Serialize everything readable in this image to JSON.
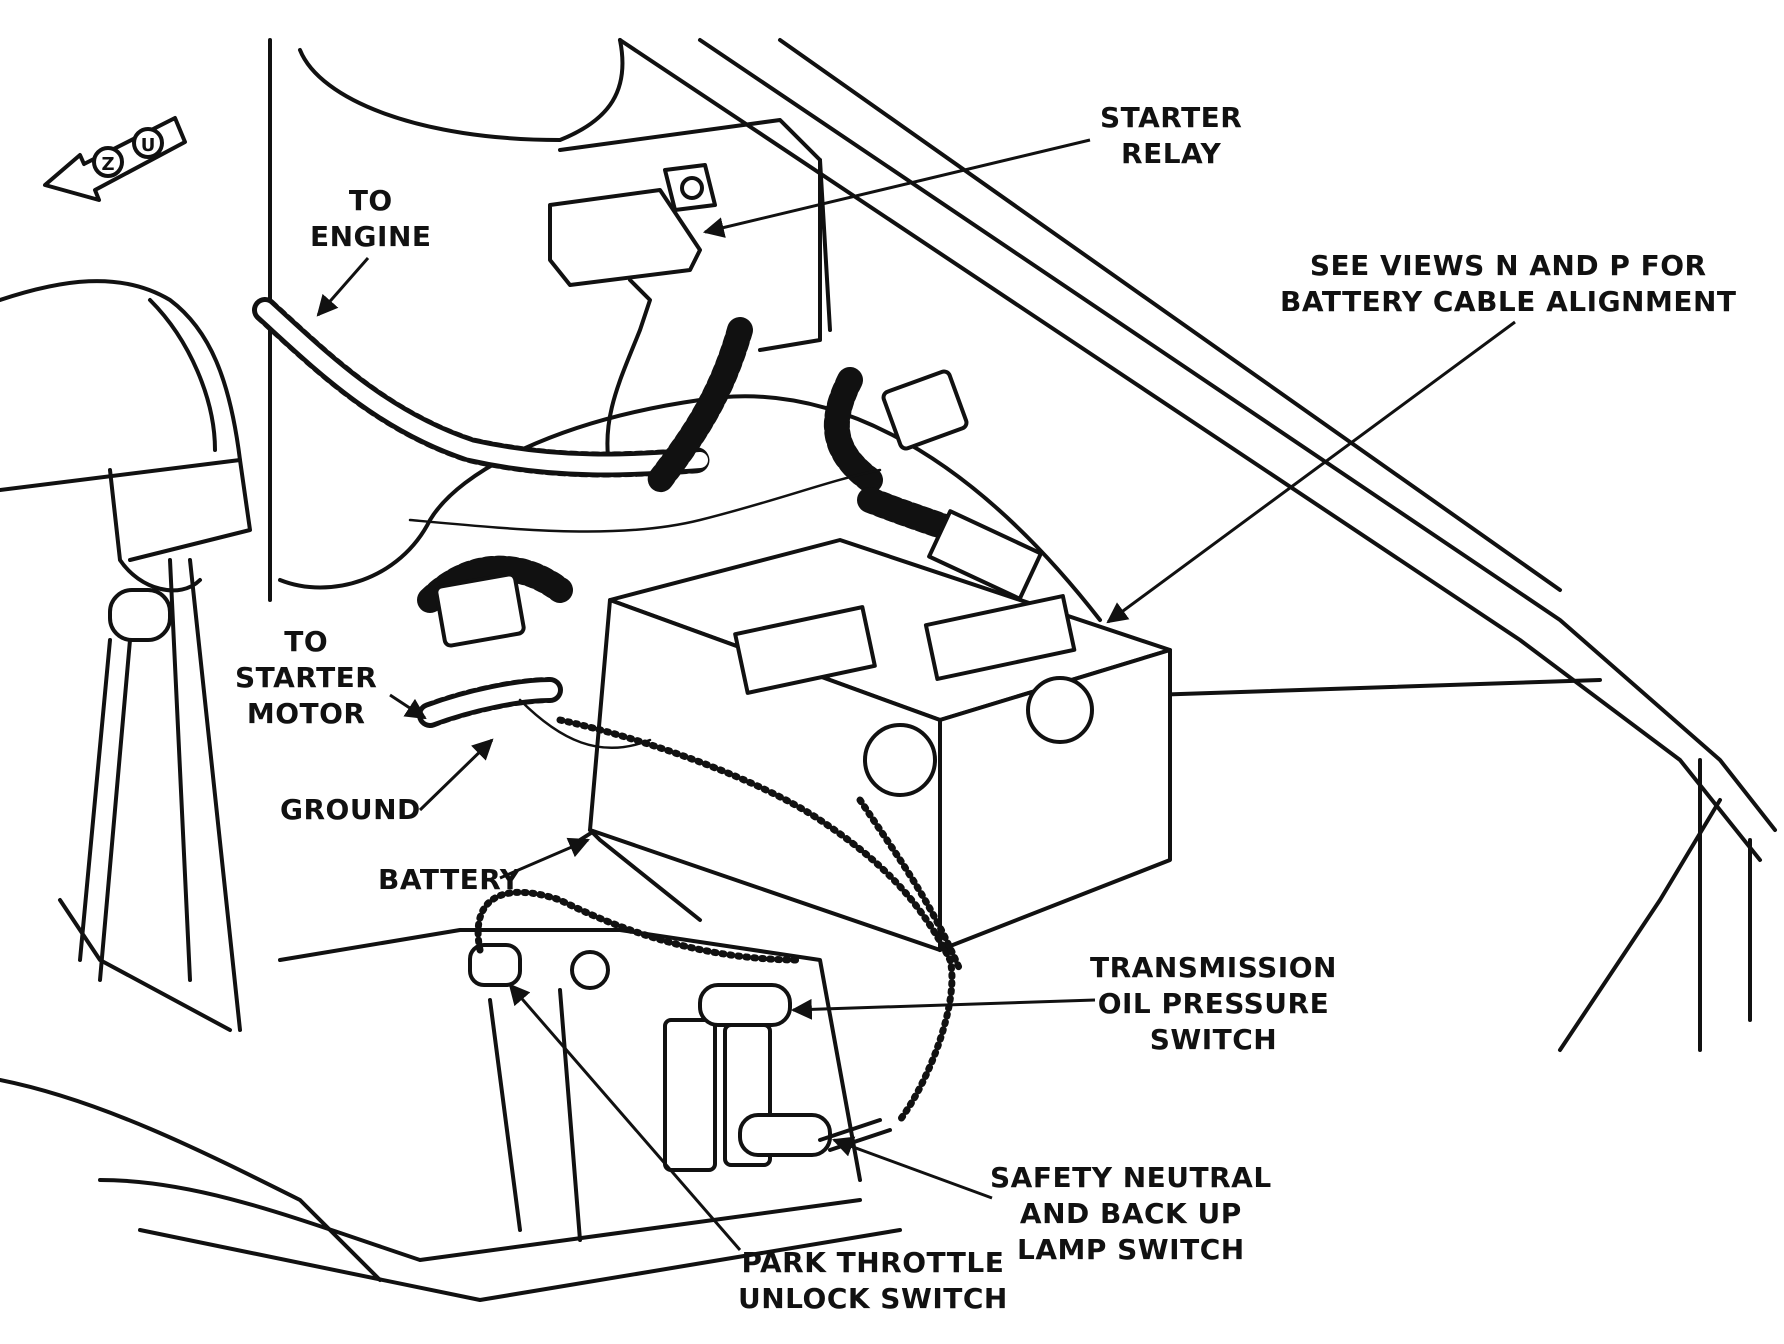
{
  "labels": {
    "starter_relay": [
      "STARTER",
      "RELAY"
    ],
    "to_engine": [
      "TO",
      "ENGINE"
    ],
    "see_views": [
      "SEE VIEWS N AND P FOR",
      "BATTERY CABLE ALIGNMENT"
    ],
    "to_starter_motor": [
      "TO",
      "STARTER",
      "MOTOR"
    ],
    "ground": "GROUND",
    "battery": "BATTERY",
    "transmission_switch": [
      "TRANSMISSION",
      "OIL PRESSURE",
      "SWITCH"
    ],
    "safety_neutral": [
      "SAFETY NEUTRAL",
      "AND BACK UP",
      "LAMP SWITCH"
    ],
    "park_throttle": [
      "PARK THROTTLE",
      "UNLOCK SWITCH"
    ]
  },
  "orientation_marker": {
    "letters": [
      "Z",
      "U"
    ]
  }
}
